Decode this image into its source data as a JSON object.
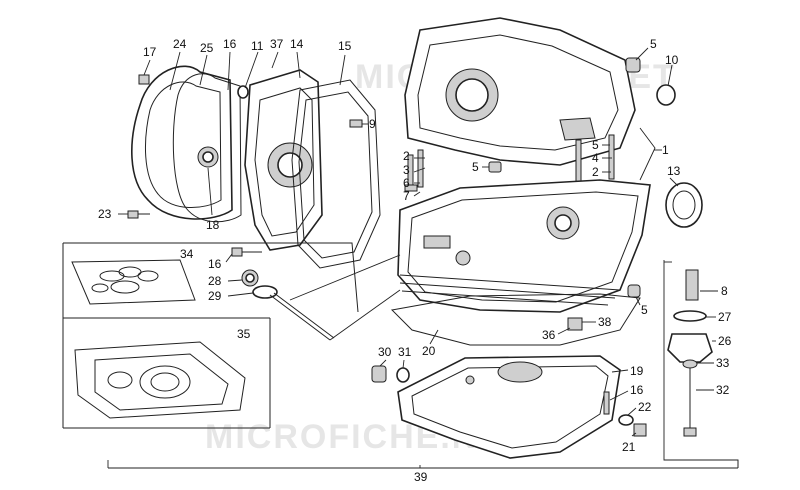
{
  "watermarks": [
    "MICROFICHE.NET",
    "MICROFICHE.NET"
  ],
  "callouts": [
    {
      "id": "c17",
      "text": "17"
    },
    {
      "id": "c24",
      "text": "24"
    },
    {
      "id": "c25",
      "text": "25"
    },
    {
      "id": "c16a",
      "text": "16"
    },
    {
      "id": "c11",
      "text": "11"
    },
    {
      "id": "c37",
      "text": "37"
    },
    {
      "id": "c14",
      "text": "14"
    },
    {
      "id": "c15",
      "text": "15"
    },
    {
      "id": "c9",
      "text": "9"
    },
    {
      "id": "c5a",
      "text": "5"
    },
    {
      "id": "c10",
      "text": "10"
    },
    {
      "id": "c2a",
      "text": "2"
    },
    {
      "id": "c3a",
      "text": "3"
    },
    {
      "id": "c6",
      "text": "6"
    },
    {
      "id": "c7",
      "text": "7"
    },
    {
      "id": "c5b",
      "text": "5"
    },
    {
      "id": "c5c",
      "text": "5"
    },
    {
      "id": "c4",
      "text": "4"
    },
    {
      "id": "c2b",
      "text": "2"
    },
    {
      "id": "c1",
      "text": "1"
    },
    {
      "id": "c13",
      "text": "13"
    },
    {
      "id": "c23",
      "text": "23"
    },
    {
      "id": "c18",
      "text": "18"
    },
    {
      "id": "c34",
      "text": "34"
    },
    {
      "id": "c16b",
      "text": "16"
    },
    {
      "id": "c28",
      "text": "28"
    },
    {
      "id": "c29",
      "text": "29"
    },
    {
      "id": "c8",
      "text": "8"
    },
    {
      "id": "c5d",
      "text": "5"
    },
    {
      "id": "c27",
      "text": "27"
    },
    {
      "id": "c38",
      "text": "38"
    },
    {
      "id": "c36",
      "text": "36"
    },
    {
      "id": "c26",
      "text": "26"
    },
    {
      "id": "c35",
      "text": "35"
    },
    {
      "id": "c30",
      "text": "30"
    },
    {
      "id": "c31",
      "text": "31"
    },
    {
      "id": "c20",
      "text": "20"
    },
    {
      "id": "c33",
      "text": "33"
    },
    {
      "id": "c19",
      "text": "19"
    },
    {
      "id": "c16c",
      "text": "16"
    },
    {
      "id": "c32",
      "text": "32"
    },
    {
      "id": "c22",
      "text": "22"
    },
    {
      "id": "c21",
      "text": "21"
    },
    {
      "id": "c39",
      "text": "39"
    }
  ]
}
